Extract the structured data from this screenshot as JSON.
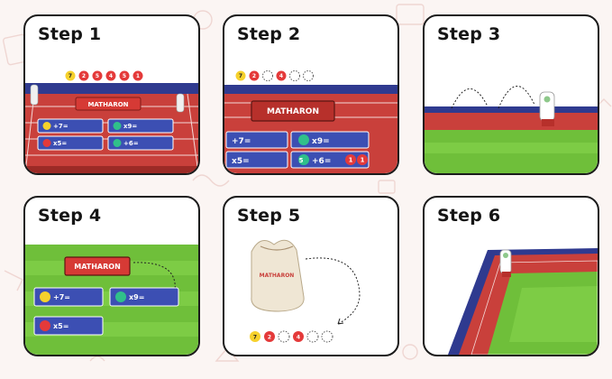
{
  "steps": [
    {
      "title": "Step 1",
      "logo": "MATHARON",
      "tokens": [
        "7",
        "2",
        "5",
        "4",
        "5",
        "1"
      ],
      "cards": [
        {
          "op": "+",
          "num": "7",
          "suffix": "=",
          "dot": "#f6d12c"
        },
        {
          "op": "x",
          "num": "9",
          "suffix": "=",
          "dot": "#30c08a"
        },
        {
          "op": "x",
          "num": "5",
          "suffix": "=",
          "dot": "#e43a3a"
        },
        {
          "op": "+",
          "num": "6",
          "suffix": "=",
          "dot": "#30c08a"
        }
      ]
    },
    {
      "title": "Step 2",
      "logo": "MATHARON",
      "tokens": [
        "7",
        "2",
        "",
        "4",
        "",
        ""
      ],
      "cards": [
        {
          "op": "+",
          "num": "7",
          "suffix": "="
        },
        {
          "op": "x",
          "num": "9",
          "suffix": "=",
          "dot": "#30c08a"
        },
        {
          "op": "x",
          "num": "5",
          "suffix": "="
        },
        {
          "op": "+",
          "num": "6",
          "suffix": "=",
          "lead": "5"
        }
      ],
      "answer_tokens": [
        "1",
        "1"
      ]
    },
    {
      "title": "Step 3"
    },
    {
      "title": "Step 4",
      "logo": "MATHARON",
      "cards": [
        {
          "op": "+",
          "num": "7",
          "suffix": "=",
          "dot": "#f6d12c"
        },
        {
          "op": "x",
          "num": "9",
          "suffix": "=",
          "dot": "#30c08a"
        },
        {
          "op": "x",
          "num": "5",
          "suffix": "=",
          "dot": "#e43a3a"
        }
      ]
    },
    {
      "title": "Step 5",
      "bag_label": "MATHARON",
      "tokens": [
        "7",
        "2",
        "",
        "4",
        "",
        ""
      ]
    },
    {
      "title": "Step 6"
    }
  ],
  "colors": {
    "track_red": "#c9403b",
    "grass": "#6fbf3a",
    "card_blue": "#3c4fb3",
    "outline": "#1b1b1b"
  }
}
